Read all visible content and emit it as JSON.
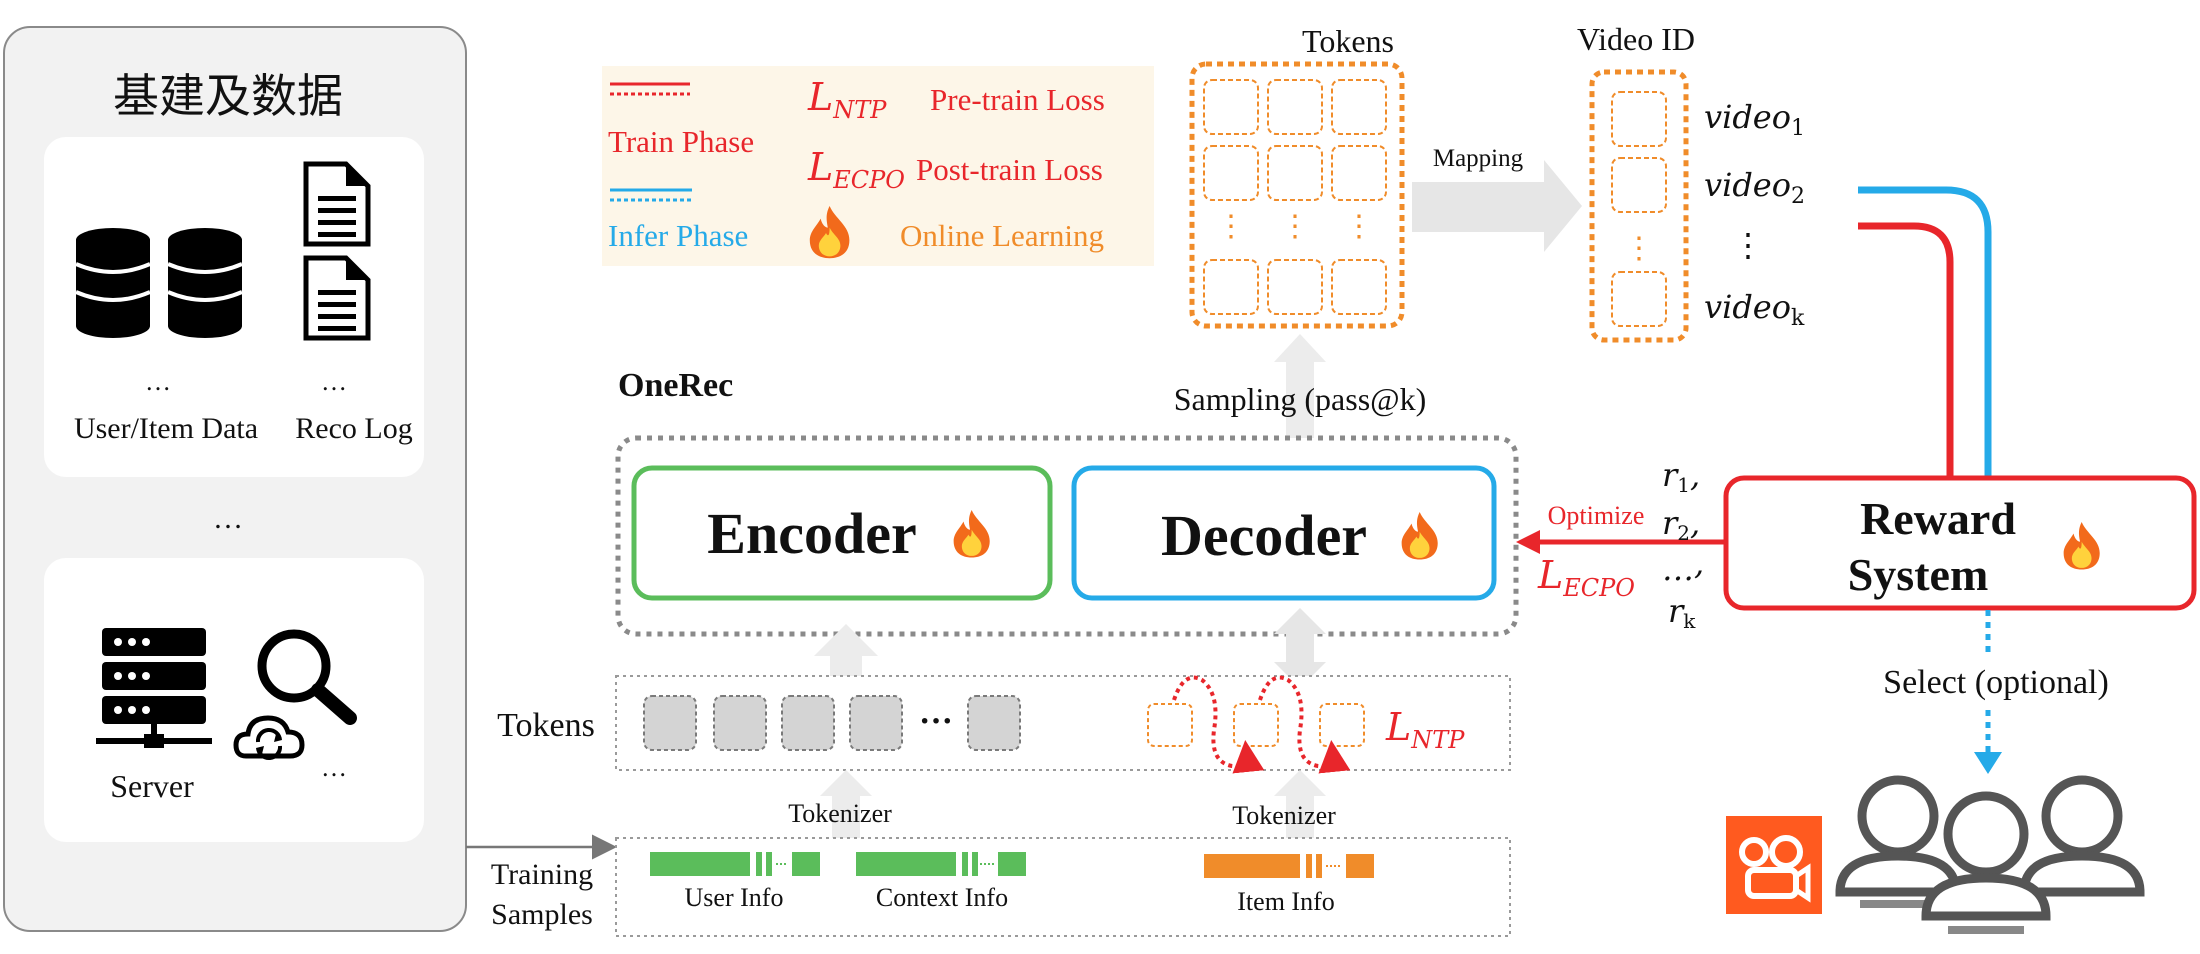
{
  "infra": {
    "title": "基建及数据",
    "user_item_label": "User/Item Data",
    "reco_log_label": "Reco Log",
    "ellipsis": "…",
    "server_label": "Server"
  },
  "legend": {
    "train_phase": "Train Phase",
    "infer_phase": "Infer Phase",
    "loss_ntp_sym": "L",
    "loss_ntp_sub": "NTP",
    "pretrain_loss": "Pre-train Loss",
    "loss_ecpo_sym": "L",
    "loss_ecpo_sub": "ECPO",
    "posttrain_loss": "Post-train Loss",
    "online_learning": "Online Learning"
  },
  "tokens_top": {
    "label": "Tokens",
    "dots": "⋮"
  },
  "mapping": {
    "label": "Mapping"
  },
  "video": {
    "title": "Video ID",
    "items": [
      {
        "base": "video",
        "sub": "1"
      },
      {
        "base": "video",
        "sub": "2"
      },
      {
        "base": "video",
        "sub": "k"
      }
    ],
    "vdots": "⋮"
  },
  "onerec": {
    "title": "OneRec",
    "encoder": "Encoder",
    "decoder": "Decoder",
    "sampling": "Sampling (pass@k)"
  },
  "optimize": {
    "label": "Optimize",
    "loss_sym": "L",
    "loss_sub": "ECPO"
  },
  "rewards": [
    {
      "base": "r",
      "sub": "1",
      "suffix": ","
    },
    {
      "base": "r",
      "sub": "2",
      "suffix": ","
    },
    {
      "base": "…",
      "sub": "",
      "suffix": ","
    },
    {
      "base": "r",
      "sub": "k",
      "suffix": ""
    }
  ],
  "reward_system": {
    "line1": "Reward",
    "line2": "System"
  },
  "select": {
    "label": "Select (optional)"
  },
  "tokens_row": {
    "label": "Tokens",
    "dots": "···",
    "loss_sym": "L",
    "loss_sub": "NTP"
  },
  "tokenizer": {
    "left": "Tokenizer",
    "right": "Tokenizer"
  },
  "training": {
    "line1": "Training",
    "line2": "Samples",
    "user_info": "User Info",
    "context_info": "Context Info",
    "item_info": "Item Info"
  },
  "colors": {
    "red": "#e8262b",
    "blue": "#25aae8",
    "green": "#5bbd5b",
    "orange": "#f08c2a",
    "kuaishou": "#ff5a1f"
  }
}
